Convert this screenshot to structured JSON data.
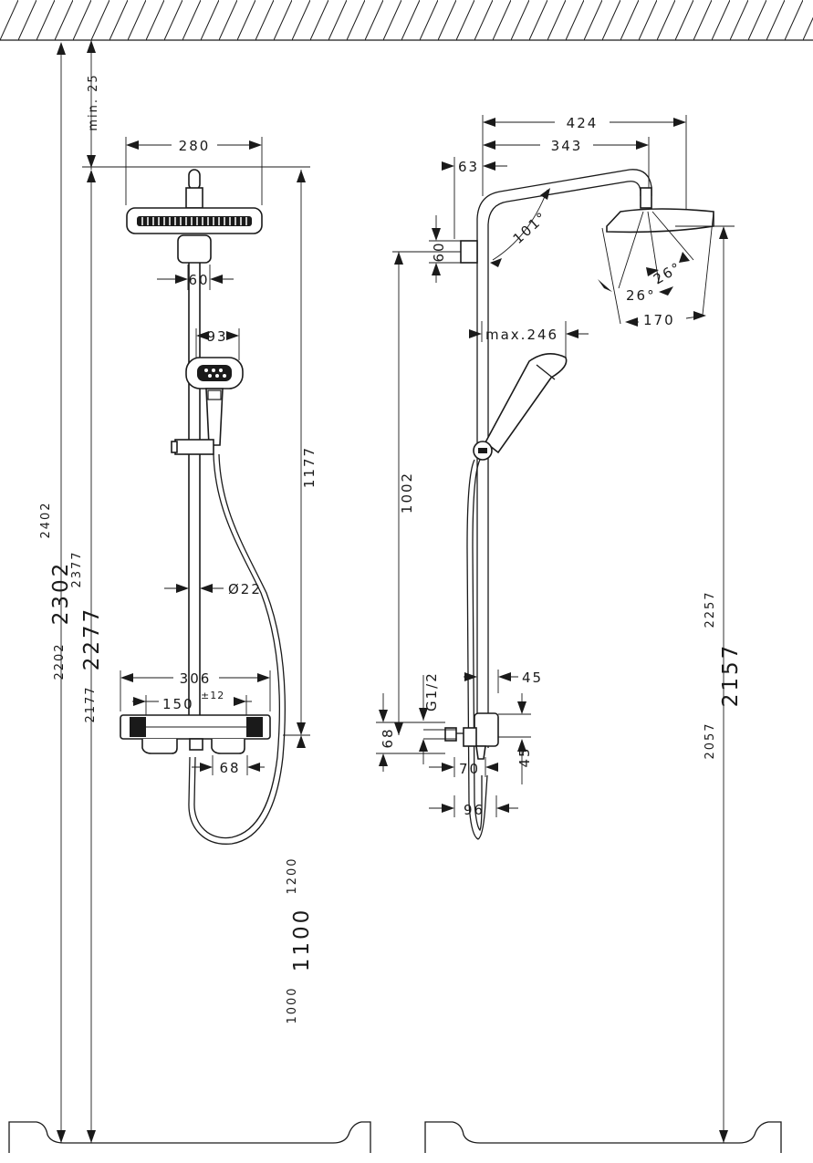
{
  "front_view": {
    "ceiling_gap": "min. 25",
    "head_width": "280",
    "arm_width": "60",
    "hand_shower_width": "93",
    "rail_diameter": "Ø22",
    "thermostat_width": "306",
    "connection_spacing": "150",
    "connection_tolerance": "±12",
    "outlet_width": "68",
    "rail_height": "1177",
    "total_height_low": "2202",
    "total_height_nominal": "2302",
    "total_height_high": "2402",
    "head_height_low": "2177",
    "head_height_nominal": "2277",
    "head_height_high": "2377",
    "mount_height_low": "1000",
    "mount_height_nominal": "1100",
    "mount_height_high": "1200"
  },
  "side_view": {
    "projection_total": "424",
    "projection_arm": "343",
    "wall_offset": "63",
    "bracket_height": "60",
    "arm_angle": "101°",
    "spray_angle_left": "26°",
    "spray_angle_right": "26°",
    "head_depth": "170",
    "hand_shower_reach": "max.246",
    "rail_to_bracket": "1002",
    "thread": "G1/2",
    "wall_distance": "45",
    "valve_height": "68",
    "valve_offset": "45",
    "valve_depth": "70",
    "valve_total_depth": "96",
    "head_floor_low": "2057",
    "head_floor_nominal": "2157",
    "head_floor_high": "2257"
  }
}
